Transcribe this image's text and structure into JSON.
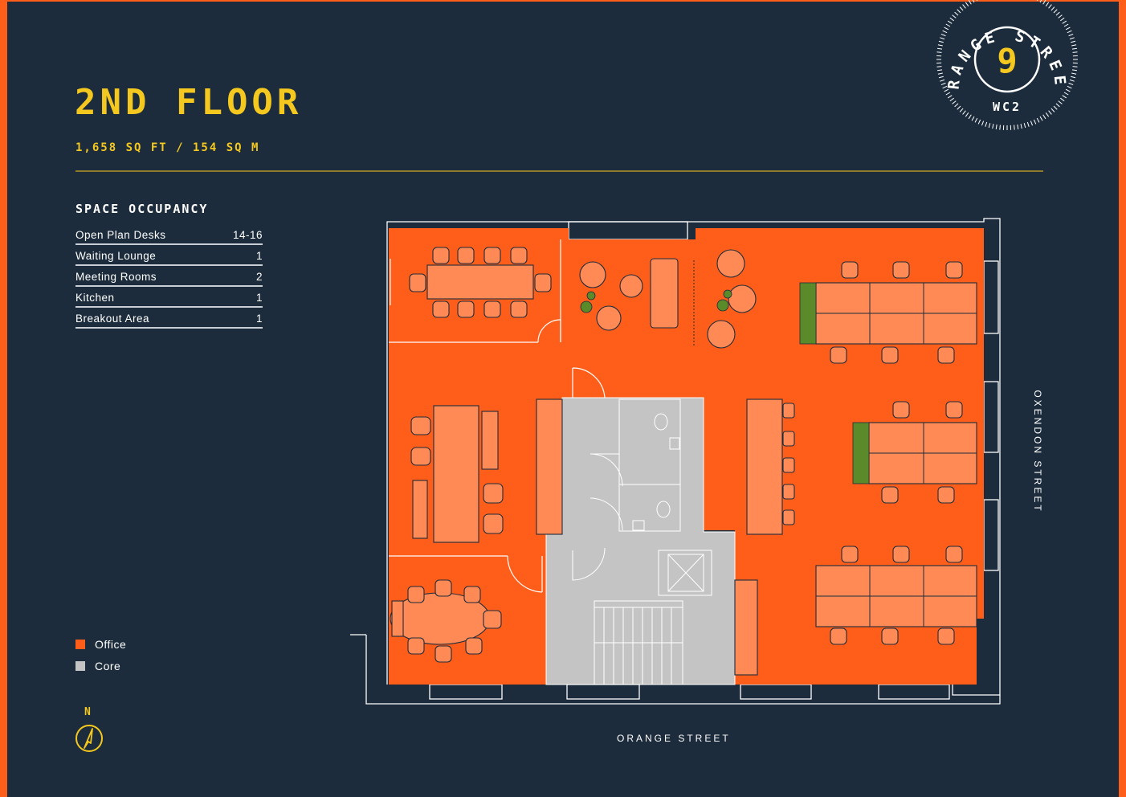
{
  "header": {
    "title": "2ND FLOOR",
    "area": "1,658 SQ FT / 154 SQ M"
  },
  "occupancy": {
    "title": "SPACE OCCUPANCY",
    "rows": [
      {
        "label": "Open Plan Desks",
        "value": "14-16"
      },
      {
        "label": "Waiting Lounge",
        "value": "1"
      },
      {
        "label": "Meeting Rooms",
        "value": "2"
      },
      {
        "label": "Kitchen",
        "value": "1"
      },
      {
        "label": "Breakout Area",
        "value": "1"
      }
    ]
  },
  "legend": {
    "items": [
      {
        "label": "Office",
        "color": "#ff5e1a"
      },
      {
        "label": "Core",
        "color": "#c4c4c4"
      }
    ]
  },
  "compass": {
    "label": "N"
  },
  "streets": {
    "bottom": "ORANGE STREET",
    "right": "OXENDON STREET"
  },
  "logo": {
    "ring_text": "ORANGE STREET",
    "number": "9",
    "postcode": "WC2"
  },
  "colors": {
    "background": "#1c2c3c",
    "office": "#ff5e1a",
    "furniture": "#ff8a55",
    "core": "#c4c4c4",
    "accent": "#f4c81e",
    "plant": "#5a8a2a"
  }
}
